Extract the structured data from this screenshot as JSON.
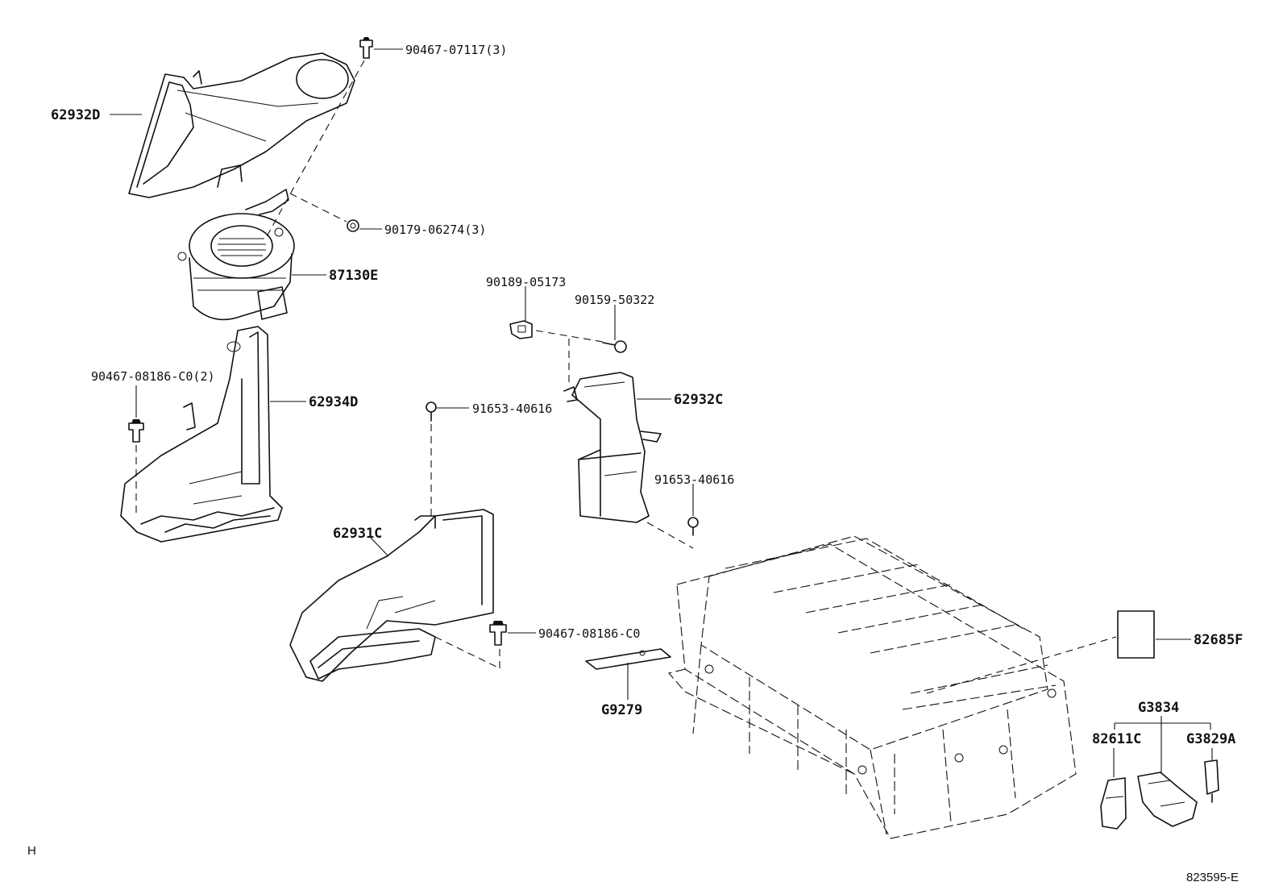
{
  "labels": {
    "p62932D": "62932D",
    "p90467_07117": "90467-07117(3)",
    "p90179_06274": "90179-06274(3)",
    "p87130E": "87130E",
    "p90467_08186_C0_2": "90467-08186-C0(2)",
    "p62934D": "62934D",
    "p90189_05173": "90189-05173",
    "p90159_50322": "90159-50322",
    "p62932C": "62932C",
    "p91653_40616_a": "91653-40616",
    "p91653_40616_b": "91653-40616",
    "p62931C": "62931C",
    "p90467_08186_C0": "90467-08186-C0",
    "pG9279": "G9279",
    "p82685F": "82685F",
    "pG3834": "G3834",
    "p82611C": "82611C",
    "pG3829A": "G3829A"
  },
  "footer": {
    "left_mark": "H",
    "diagram_id": "823595-E"
  }
}
